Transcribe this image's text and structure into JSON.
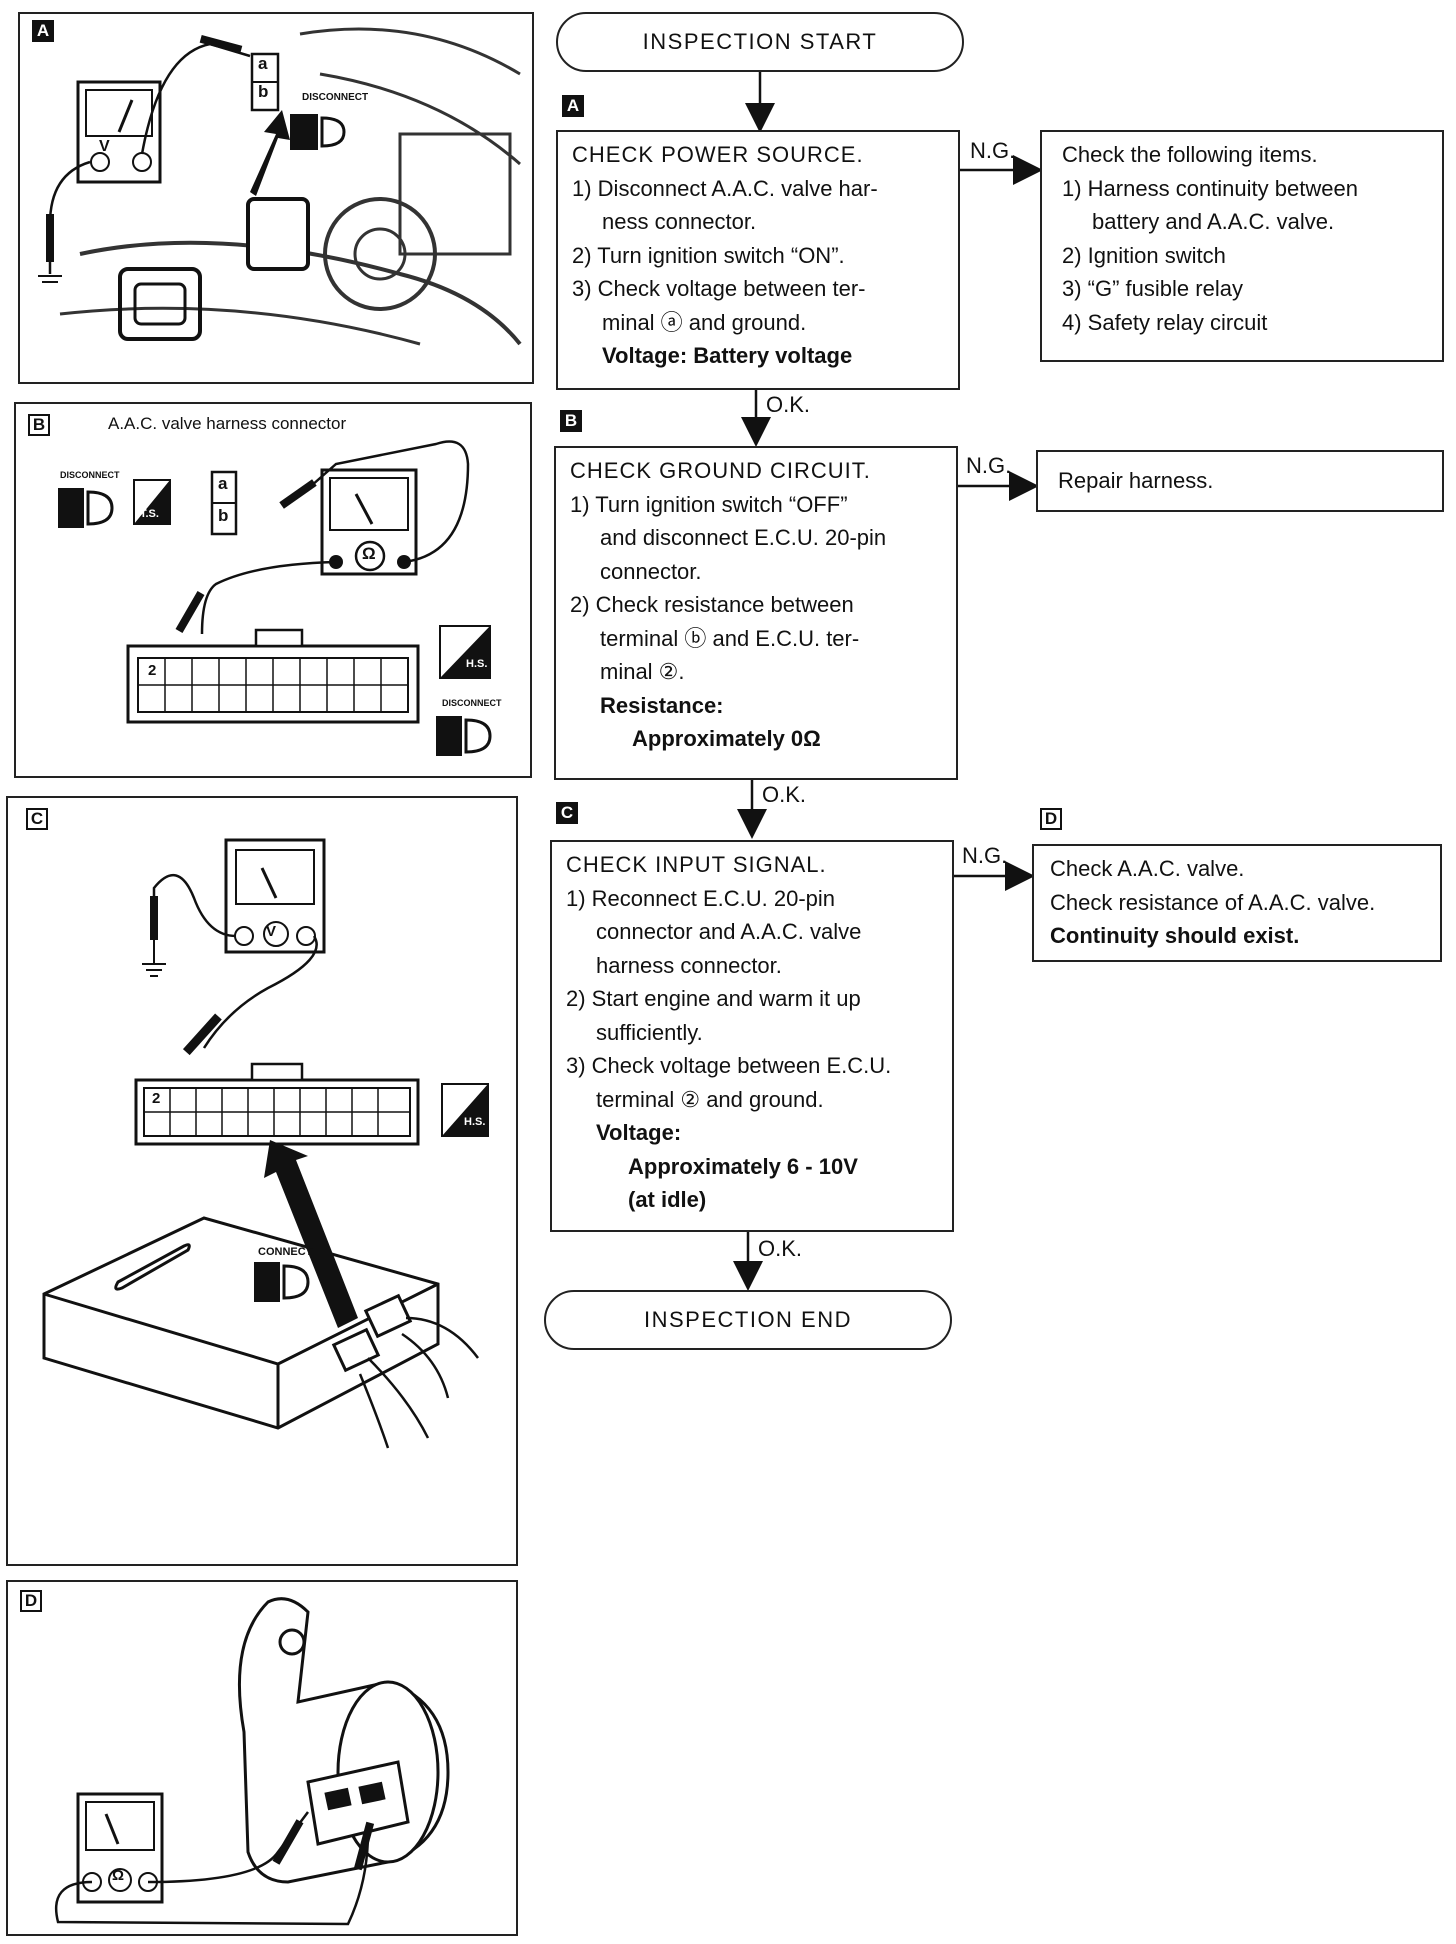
{
  "flow": {
    "start": "INSPECTION START",
    "end": "INSPECTION END",
    "ng": "N.G.",
    "ok": "O.K."
  },
  "tags": {
    "a": "A",
    "b": "B",
    "c": "C",
    "d": "D"
  },
  "step_a": {
    "title": "CHECK POWER SOURCE.",
    "lines": [
      "1) Disconnect A.A.C. valve har-",
      "ness connector.",
      "2) Turn ignition switch “ON”.",
      "3) Check voltage between ter-",
      "minal ⓐ and ground.",
      "Voltage: Battery voltage"
    ]
  },
  "result_a": {
    "lines": [
      "Check the following items.",
      "1) Harness continuity between",
      "battery and A.A.C. valve.",
      "2) Ignition switch",
      "3) “G” fusible relay",
      "4) Safety relay circuit"
    ]
  },
  "step_b": {
    "title": "CHECK GROUND CIRCUIT.",
    "lines": [
      "1) Turn ignition switch “OFF”",
      "and disconnect E.C.U. 20-pin",
      "connector.",
      "2) Check resistance between",
      "terminal ⓑ and E.C.U. ter-",
      "minal ②.",
      "Resistance:",
      "Approximately 0Ω"
    ]
  },
  "result_b": {
    "text": "Repair harness."
  },
  "step_c": {
    "title": "CHECK INPUT SIGNAL.",
    "lines": [
      "1) Reconnect E.C.U. 20-pin",
      "connector and A.A.C. valve",
      "harness connector.",
      "2) Start engine and warm it up",
      "sufficiently.",
      "3) Check voltage between E.C.U.",
      "terminal ② and ground.",
      "Voltage:",
      "Approximately 6 - 10V",
      "(at idle)"
    ]
  },
  "result_c": {
    "lines": [
      "Check A.A.C. valve.",
      "Check resistance of A.A.C. valve.",
      "Continuity should exist."
    ]
  },
  "illustrations": {
    "b_caption": "A.A.C. valve harness connector",
    "disconnect": "DISCONNECT",
    "connect": "CONNECT",
    "ts": "T.S.",
    "hs": "H.S.",
    "pin_a": "a",
    "pin_b": "b",
    "pin_2": "2",
    "meter_v": "V",
    "meter_ohm": "Ω"
  }
}
